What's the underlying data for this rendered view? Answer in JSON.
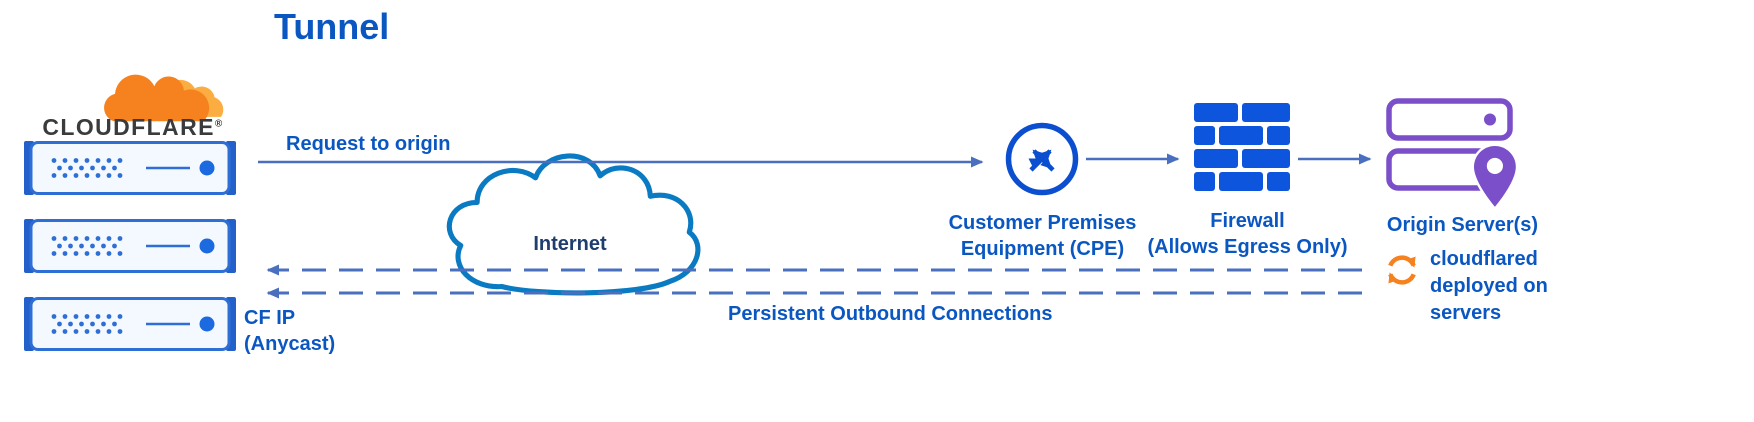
{
  "title": "Tunnel",
  "brand": {
    "wordmark": "CLOUDFLARE",
    "registered": "®"
  },
  "labels": {
    "request_to_origin": "Request to origin",
    "internet": "Internet",
    "cpe": "Customer Premises Equipment (CPE)",
    "firewall_title": "Firewall",
    "firewall_subtitle": "(Allows Egress Only)",
    "origin_servers": "Origin Server(s)",
    "cloudflared_note": "cloudflared deployed on servers",
    "persistent_connections": "Persistent Outbound Connections",
    "cf_ip": "CF IP (Anycast)"
  },
  "colors": {
    "label_blue": "#0b57c2",
    "line_blue": "#4a6fbe",
    "cloud_blue": "#0a7ac2",
    "cpe_blue": "#0b4fd0",
    "firewall_blue": "#0d55dc",
    "server_blue": "#2e6fd6",
    "server_ear": "#2360ca",
    "server_led": "#1b6ae0",
    "origin_purple": "#7a4fc9",
    "cloudflare_orange": "#f6821f",
    "cloudflare_orange_light": "#fbad41",
    "internet_text": "#1f3e6d",
    "wordmark_gray": "#3b3b3d"
  }
}
